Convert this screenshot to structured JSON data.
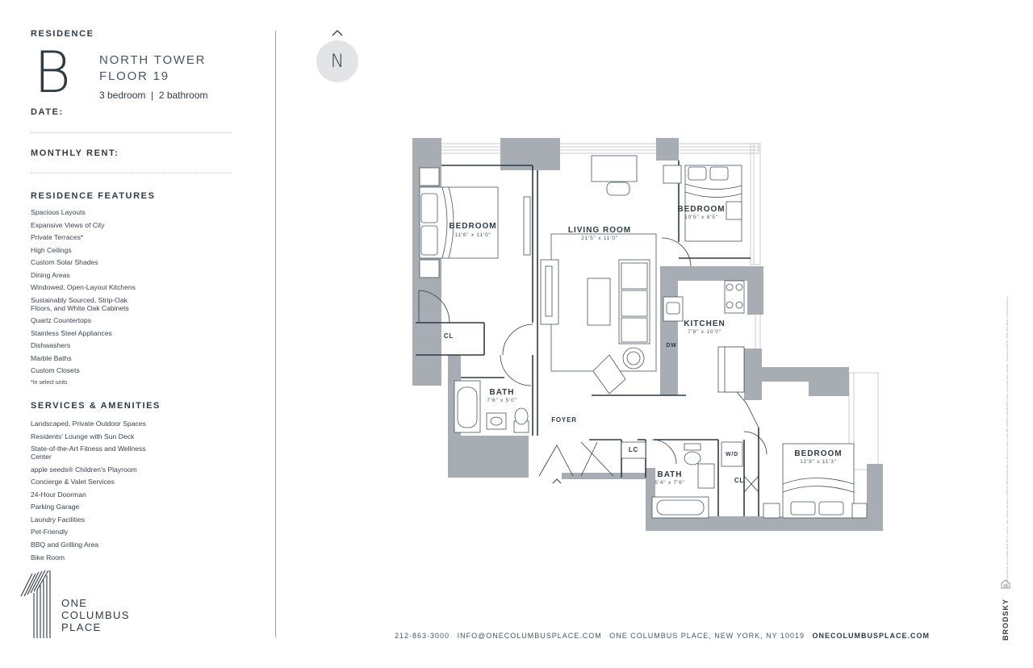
{
  "residence": {
    "heading": "RESIDENCE",
    "letter": "B",
    "tower": "NORTH TOWER",
    "floor": "FLOOR 19",
    "beds_baths": "3 bedroom  |  2 bathroom",
    "date_label": "DATE:",
    "rent_label": "MONTHLY RENT:"
  },
  "features": {
    "heading": "RESIDENCE FEATURES",
    "items": [
      "Spacious Layouts",
      "Expansive Views of City",
      "Private Terraces*",
      "High Ceilings",
      "Custom Solar Shades",
      "Dining Areas",
      "Windowed, Open-Layout Kitchens",
      "Sustainably Sourced, Strip-Oak Floors, and White Oak Cabinets",
      "Quartz Countertops",
      "Stainless Steel Appliances",
      "Dishwashers",
      "Marble Baths",
      "Custom Closets",
      "*In select units"
    ]
  },
  "amenities": {
    "heading": "SERVICES & AMENITIES",
    "items": [
      "Landscaped, Private Outdoor Spaces",
      "Residents' Lounge with Sun Deck",
      "State-of-the-Art Fitness and Wellness Center",
      "apple seeds® Children's Playroom",
      "Concierge & Valet Services",
      "24-Hour Doorman",
      "Parking Garage",
      "Laundry Facilities",
      "Pet-Friendly",
      "BBQ and Grilling Area",
      "Bike Room"
    ]
  },
  "logo": {
    "line1": "ONE",
    "line2": "COLUMBUS",
    "line3": "PLACE"
  },
  "compass": {
    "letter": "N"
  },
  "rooms": {
    "bedroom1": {
      "name": "BEDROOM",
      "dim": "11'6\" x 11'0\""
    },
    "living": {
      "name": "LIVING ROOM",
      "dim": "21'5\" x 11'0\""
    },
    "bedroom2": {
      "name": "BEDROOM",
      "dim": "10'5\" x 8'5\""
    },
    "kitchen": {
      "name": "KITCHEN",
      "dim": "7'8\" x 10'0\""
    },
    "bath1": {
      "name": "BATH",
      "dim": "7'6\" x 5'0\""
    },
    "bath2": {
      "name": "BATH",
      "dim": "5'4\" x 7'6\""
    },
    "bedroom3": {
      "name": "BEDROOM",
      "dim": "12'9\" x 11'3\""
    },
    "foyer": {
      "name": "FOYER"
    },
    "cl1": "CL",
    "cl2": "CL",
    "dw": "DW",
    "lc": "LC",
    "wd": "W/D"
  },
  "footer": {
    "phone": "212·863·3000",
    "email": "INFO@ONECOLUMBUSPLACE.COM",
    "address": "ONE COLUMBUS PLACE, NEW YORK, NY 10019",
    "website": "ONECOLUMBUSPLACE.COM"
  },
  "side": {
    "brand": "BRODSKY",
    "disclaimer": "All information regarding the floor plans are approximate and for informational purposes only and should be verified by the prospective renter. Developed by The Brodsky Organization."
  },
  "colors": {
    "wall": "#a7adb2",
    "ink": "#2f3a45",
    "compass_bg": "#e2e4e6"
  }
}
